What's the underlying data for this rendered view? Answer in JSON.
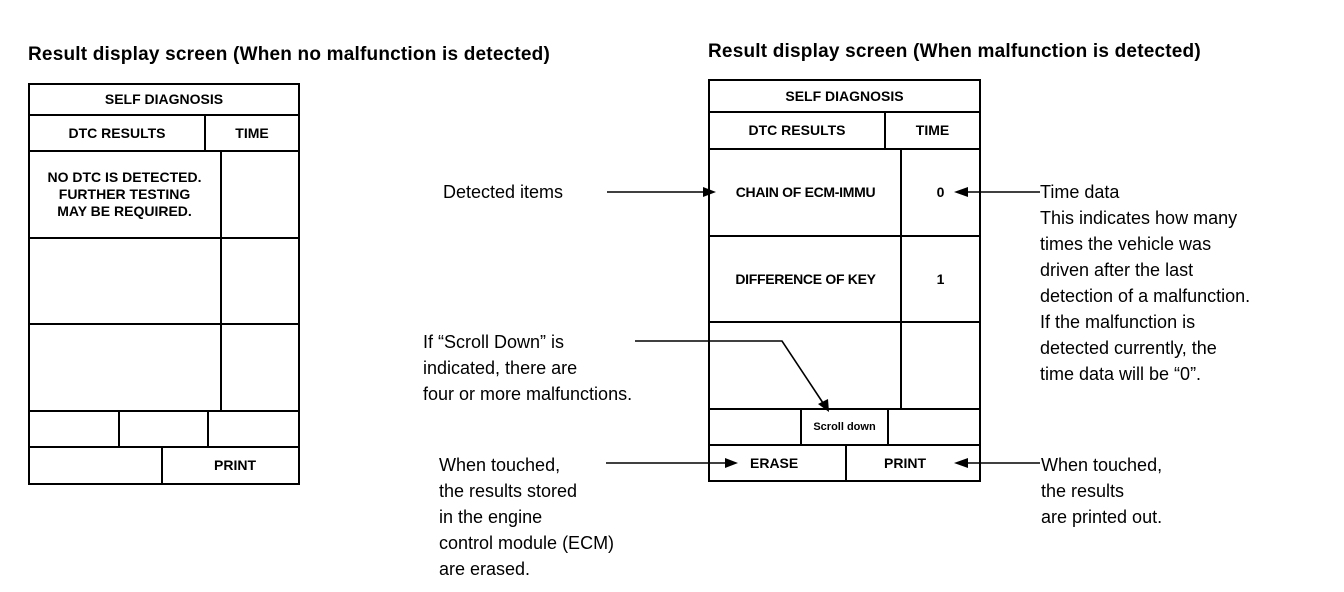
{
  "left_panel": {
    "heading": "Result display screen (When no malfunction is detected)",
    "screen_title": "SELF DIAGNOSIS",
    "col_dtc": "DTC RESULTS",
    "col_time": "TIME",
    "message_lines": [
      "NO DTC IS DETECTED.",
      "FURTHER TESTING",
      "MAY BE REQUIRED."
    ],
    "print_button": "PRINT"
  },
  "right_panel": {
    "heading": "Result display screen (When malfunction is detected)",
    "screen_title": "SELF DIAGNOSIS",
    "col_dtc": "DTC RESULTS",
    "col_time": "TIME",
    "rows": [
      {
        "item": "CHAIN OF ECM-IMMU",
        "time": "0"
      },
      {
        "item": "DIFFERENCE OF KEY",
        "time": "1"
      }
    ],
    "scroll_down": "Scroll down",
    "erase_button": "ERASE",
    "print_button": "PRINT"
  },
  "callouts": {
    "detected_items": "Detected items",
    "time_data": [
      "Time data",
      "This indicates how many",
      "times the vehicle was",
      "driven after the last",
      "detection of a malfunction.",
      "If the malfunction is",
      "detected currently, the",
      "time data will be “0”."
    ],
    "scroll": [
      "If “Scroll Down” is",
      "indicated, there are",
      "four or more malfunctions."
    ],
    "erase": [
      "When touched,",
      "the results stored",
      "in the engine",
      "control module (ECM)",
      "are erased."
    ],
    "print": [
      "When touched,",
      "the results",
      "are printed out."
    ]
  }
}
